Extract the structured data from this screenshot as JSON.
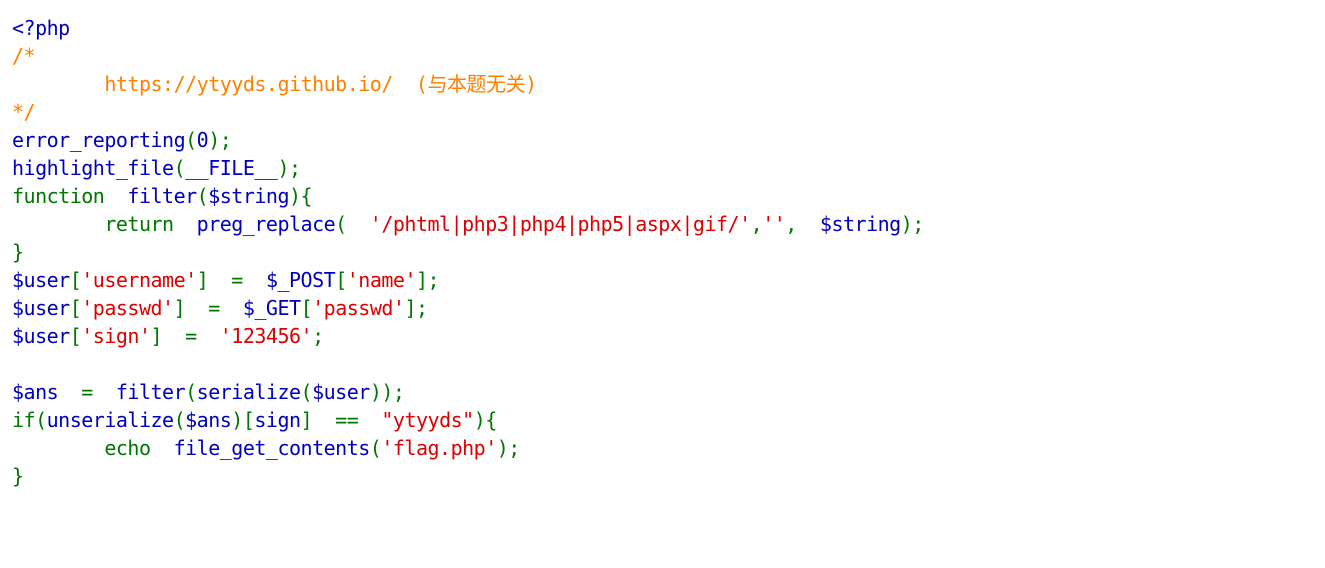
{
  "colors": {
    "default": "#0000BB",
    "keyword": "#007700",
    "string": "#DD0000",
    "comment": "#FF8000",
    "background": "#FFFFFF"
  },
  "lines": [
    [
      {
        "c": "default",
        "t": "<?php"
      }
    ],
    [
      {
        "c": "comment",
        "t": "/*"
      }
    ],
    [
      {
        "c": "comment",
        "t": "        https://ytyyds.github.io/  (与本题无关)"
      }
    ],
    [
      {
        "c": "comment",
        "t": "*/"
      }
    ],
    [
      {
        "c": "default",
        "t": "error_reporting"
      },
      {
        "c": "keyword",
        "t": "("
      },
      {
        "c": "default",
        "t": "0"
      },
      {
        "c": "keyword",
        "t": ");"
      }
    ],
    [
      {
        "c": "default",
        "t": "highlight_file"
      },
      {
        "c": "keyword",
        "t": "("
      },
      {
        "c": "default",
        "t": "__FILE__"
      },
      {
        "c": "keyword",
        "t": ");"
      }
    ],
    [
      {
        "c": "keyword",
        "t": "function  "
      },
      {
        "c": "default",
        "t": "filter"
      },
      {
        "c": "keyword",
        "t": "("
      },
      {
        "c": "default",
        "t": "$string"
      },
      {
        "c": "keyword",
        "t": "){"
      }
    ],
    [
      {
        "c": "keyword",
        "t": "        return  "
      },
      {
        "c": "default",
        "t": "preg_replace"
      },
      {
        "c": "keyword",
        "t": "(  "
      },
      {
        "c": "string",
        "t": "'/phtml|php3|php4|php5|aspx|gif/'"
      },
      {
        "c": "keyword",
        "t": ","
      },
      {
        "c": "string",
        "t": "''"
      },
      {
        "c": "keyword",
        "t": ",  "
      },
      {
        "c": "default",
        "t": "$string"
      },
      {
        "c": "keyword",
        "t": ");"
      }
    ],
    [
      {
        "c": "keyword",
        "t": "}"
      }
    ],
    [
      {
        "c": "default",
        "t": "$user"
      },
      {
        "c": "keyword",
        "t": "["
      },
      {
        "c": "string",
        "t": "'username'"
      },
      {
        "c": "keyword",
        "t": "]  =  "
      },
      {
        "c": "default",
        "t": "$_POST"
      },
      {
        "c": "keyword",
        "t": "["
      },
      {
        "c": "string",
        "t": "'name'"
      },
      {
        "c": "keyword",
        "t": "];"
      }
    ],
    [
      {
        "c": "default",
        "t": "$user"
      },
      {
        "c": "keyword",
        "t": "["
      },
      {
        "c": "string",
        "t": "'passwd'"
      },
      {
        "c": "keyword",
        "t": "]  =  "
      },
      {
        "c": "default",
        "t": "$_GET"
      },
      {
        "c": "keyword",
        "t": "["
      },
      {
        "c": "string",
        "t": "'passwd'"
      },
      {
        "c": "keyword",
        "t": "];"
      }
    ],
    [
      {
        "c": "default",
        "t": "$user"
      },
      {
        "c": "keyword",
        "t": "["
      },
      {
        "c": "string",
        "t": "'sign'"
      },
      {
        "c": "keyword",
        "t": "]  =  "
      },
      {
        "c": "string",
        "t": "'123456'"
      },
      {
        "c": "keyword",
        "t": ";"
      }
    ],
    [],
    [
      {
        "c": "default",
        "t": "$ans  "
      },
      {
        "c": "keyword",
        "t": "=  "
      },
      {
        "c": "default",
        "t": "filter"
      },
      {
        "c": "keyword",
        "t": "("
      },
      {
        "c": "default",
        "t": "serialize"
      },
      {
        "c": "keyword",
        "t": "("
      },
      {
        "c": "default",
        "t": "$user"
      },
      {
        "c": "keyword",
        "t": "));"
      }
    ],
    [
      {
        "c": "keyword",
        "t": "if("
      },
      {
        "c": "default",
        "t": "unserialize"
      },
      {
        "c": "keyword",
        "t": "("
      },
      {
        "c": "default",
        "t": "$ans"
      },
      {
        "c": "keyword",
        "t": ")["
      },
      {
        "c": "default",
        "t": "sign"
      },
      {
        "c": "keyword",
        "t": "]  ==  "
      },
      {
        "c": "string",
        "t": "\"ytyyds\""
      },
      {
        "c": "keyword",
        "t": "){"
      }
    ],
    [
      {
        "c": "keyword",
        "t": "        echo  "
      },
      {
        "c": "default",
        "t": "file_get_contents"
      },
      {
        "c": "keyword",
        "t": "("
      },
      {
        "c": "string",
        "t": "'flag.php'"
      },
      {
        "c": "keyword",
        "t": ");"
      }
    ],
    [
      {
        "c": "keyword",
        "t": "}"
      }
    ]
  ]
}
